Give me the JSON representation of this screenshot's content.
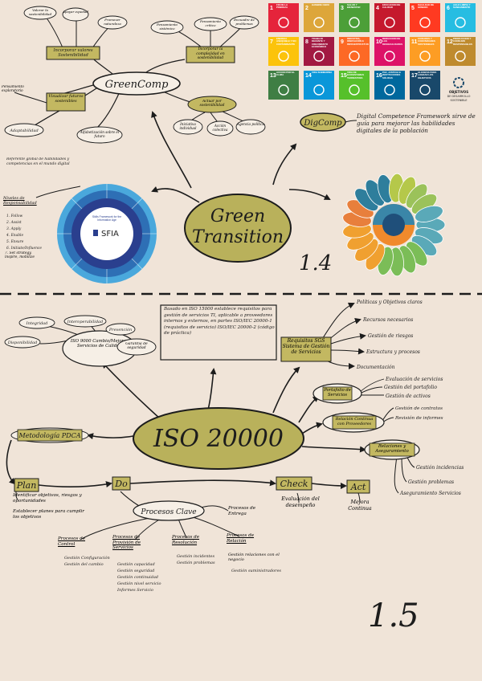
{
  "top": {
    "center": {
      "line1": "Green",
      "line2": "Transition"
    },
    "section_number": "1.4",
    "greencomp": {
      "title": "GreenComp",
      "area_values": "Incorporar valores Sostenibilidad",
      "values_children": [
        "Valorar la sostenibilidad",
        "Apoyar equidad",
        "Promover naturaleza"
      ],
      "area_complexity": "Incorporar la complejidad en sostenibilidad",
      "complexity_children": [
        "Pensamiento sistémico",
        "Pensamiento crítico",
        "Encuadre de problemas"
      ],
      "area_futures": "Visualizar futuros sostenibles",
      "futures_children": [
        "Alfabetización sobre el futuro",
        "Adaptabilidad",
        "Pensamiento exploratorio"
      ],
      "area_action": "Actuar por sostenibilidad",
      "action_children": [
        "Iniciativa individual",
        "Acción colectiva",
        "Agencia política"
      ]
    },
    "digcomp": {
      "title": "DigComp",
      "description": "Digital Competence Framework sirve de guía para mejorar las habilidades digitales de la población"
    },
    "sfia": {
      "reference": "Referente global de habilidades y competencias en el mundo digital",
      "levels_title": "Niveles de Responsabilidad",
      "levels": [
        "1. Follow",
        "2. Assist",
        "3. Apply",
        "4. Enable",
        "5. Ensure",
        "6. Initiate/Influence",
        "7. Set strategy, inspire, mobilize"
      ],
      "center_caption": "Skills Framework for the Information Age",
      "center_logo": "SFIA"
    },
    "sdg": {
      "tiles": [
        {
          "n": "1",
          "label": "FIN DE LA POBREZA",
          "color": "#e5243b"
        },
        {
          "n": "2",
          "label": "HAMBRE CERO",
          "color": "#dda63a"
        },
        {
          "n": "3",
          "label": "SALUD Y BIENESTAR",
          "color": "#4c9f38"
        },
        {
          "n": "4",
          "label": "EDUCACIÓN DE CALIDAD",
          "color": "#c5192d"
        },
        {
          "n": "5",
          "label": "IGUALDAD DE GÉNERO",
          "color": "#ff3a21"
        },
        {
          "n": "6",
          "label": "AGUA LIMPIA Y SANEAMIENTO",
          "color": "#26bde2"
        },
        {
          "n": "7",
          "label": "ENERGÍA ASEQUIBLE Y NO CONTAMINANTE",
          "color": "#fcc30b"
        },
        {
          "n": "8",
          "label": "TRABAJO DECENTE Y CRECIMIENTO ECONÓMICO",
          "color": "#a21942"
        },
        {
          "n": "9",
          "label": "INDUSTRIA, INNOVACIÓN E INFRAESTRUCTURA",
          "color": "#fd6925"
        },
        {
          "n": "10",
          "label": "REDUCCIÓN DE LAS DESIGUALDADES",
          "color": "#dd1367"
        },
        {
          "n": "11",
          "label": "CIUDADES Y COMUNIDADES SOSTENIBLES",
          "color": "#fd9d24"
        },
        {
          "n": "12",
          "label": "PRODUCCIÓN Y CONSUMO RESPONSABLES",
          "color": "#bf8b2e"
        },
        {
          "n": "13",
          "label": "ACCIÓN POR EL CLIMA",
          "color": "#3f7e44"
        },
        {
          "n": "14",
          "label": "VIDA SUBMARINA",
          "color": "#0a97d9"
        },
        {
          "n": "15",
          "label": "VIDA DE ECOSISTEMAS TERRESTRES",
          "color": "#56c02b"
        },
        {
          "n": "16",
          "label": "PAZ, JUSTICIA E INSTITUCIONES SÓLIDAS",
          "color": "#00689d"
        },
        {
          "n": "17",
          "label": "ALIANZAS PARA LOGRAR LOS OBJETIVOS",
          "color": "#19486a"
        }
      ],
      "logo_line1": "OBJETIVOS",
      "logo_line2": "DE DESARROLLO",
      "logo_line3": "SOSTENIBLE"
    }
  },
  "bottom": {
    "center": "ISO 20000",
    "section_number": "1.5",
    "iso_box": "Basado en ISO 15000 establece requisitos para gestión de servicios TI, aplicable a proveedores internos y externos, en partes ISO/IEC 20000-1 (requisitos de servicio) ISO/IEC 20000-2 (código de práctica)",
    "iso9000": {
      "title": "ISO 9000 Cambio/Mejoras Servicios de Calidad",
      "children": [
        "Integridad",
        "Disponibilidad",
        "Interoperabilidad",
        "Prevención",
        "Garantía de seguridad"
      ]
    },
    "requisitos_sgs": {
      "title": "Requisitos SGS Sistema de Gestión de Servicios",
      "children": [
        "Políticas y Objetivos claros",
        "Recursos necesarios",
        "Gestión de riesgos",
        "Estructura y procesos",
        "Documentación"
      ]
    },
    "portafolio": {
      "title": "Portafolio de Servicios",
      "children": [
        "Evaluación de servicios",
        "Gestión del portafolio",
        "Gestión de activos"
      ]
    },
    "relacion": {
      "title": "Relación Continua con Proveedores",
      "children": [
        "Gestión de contratos",
        "Revisión de informes"
      ]
    },
    "relaciones_asg": {
      "title": "Relaciones y Aseguramiento",
      "children": [
        "Gestión incidencias",
        "Gestión problemas",
        "Aseguramiento Servicios"
      ]
    },
    "metodologia": "Metodología PDCA",
    "pdca": {
      "plan": "Plan",
      "do": "Do",
      "check": "Check",
      "act": "Act",
      "plan_notes": [
        "Identificar objetivos, riesgos y oportunidades",
        "Establecer planes para cumplir los objetivos"
      ],
      "check_note": "Evaluación del desempeño",
      "act_note": "Mejora Continua"
    },
    "procesos_clave": {
      "title": "Procesos Clave",
      "control_title": "Procesos de Control",
      "control_items": [
        "Gestión Configuración",
        "Gestión del cambio"
      ],
      "provision_title": "Procesos de Provisión de Servicios",
      "provision_items": [
        "Gestión capacidad",
        "Gestión seguridad",
        "Gestión continuidad",
        "Gestión nivel servicio",
        "Informes Servicio"
      ],
      "resolucion_title": "Procesos de Resolución",
      "resolucion_items": [
        "Gestión incidentes",
        "Gestión problemas"
      ],
      "relacion_title": "Procesos de Relación",
      "relacion_items": [
        "Gestión relaciones con el negocio",
        "Gestión suministradores"
      ],
      "entrega_title": "Procesos de Entrega"
    }
  }
}
